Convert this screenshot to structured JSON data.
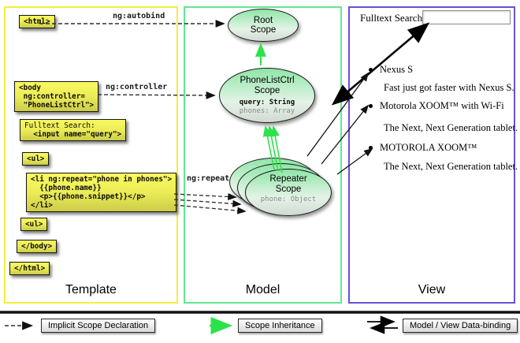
{
  "labels": {
    "ng_autobind": "ng:autobind",
    "ng_controller": "ng:controller",
    "ng_repeat": "ng:repeat"
  },
  "template": {
    "title": "Template",
    "html_open": "<html>",
    "body_open": "<body\n ng:controller=\n \"PhoneListCtrl\">",
    "fulltext_label": "Fulltext Search:",
    "fulltext_input": "  <input name=\"query\">",
    "ul_open": "<ul>",
    "li_repeat": "<li ng:repeat=\"phone in phones\">\n  {{phone.name}}\n  <p>{{phone.snippet}}</p>\n</li>",
    "ul_close": "<ul>",
    "body_close": "</body>",
    "html_close": "</html>"
  },
  "model": {
    "title": "Model",
    "root_scope_title": "Root\nScope",
    "phonelist_title": "PhoneListCtrl\nScope",
    "phonelist_query": "query: String",
    "phonelist_phones": "phones: Array",
    "repeater_title": "Repeater\nScope",
    "repeater_phone": "phone: Object"
  },
  "view": {
    "title": "View",
    "fulltext_label": "Fulltext Search:",
    "search_value": "",
    "items": [
      {
        "name": "Nexus S",
        "desc": "Fast just got faster with Nexus S."
      },
      {
        "name": "Motorola XOOM™ with Wi-Fi",
        "desc": "The Next, Next Generation tablet."
      },
      {
        "name": "MOTOROLA XOOM™",
        "desc": "The Next, Next Generation tablet."
      }
    ]
  },
  "legend": {
    "implicit": "Implicit Scope Declaration",
    "inheritance": "Scope Inheritance",
    "binding": "Model / View Data-binding"
  },
  "colors": {
    "col-template": "#f2ef3a",
    "col-model": "#5fe892",
    "col-view": "#6950da",
    "arrow-green": "#2ce24b",
    "codebox-top": "#f9f960",
    "codebox-bottom": "#cccc48",
    "ellipse-top": "#8fe6a8"
  }
}
